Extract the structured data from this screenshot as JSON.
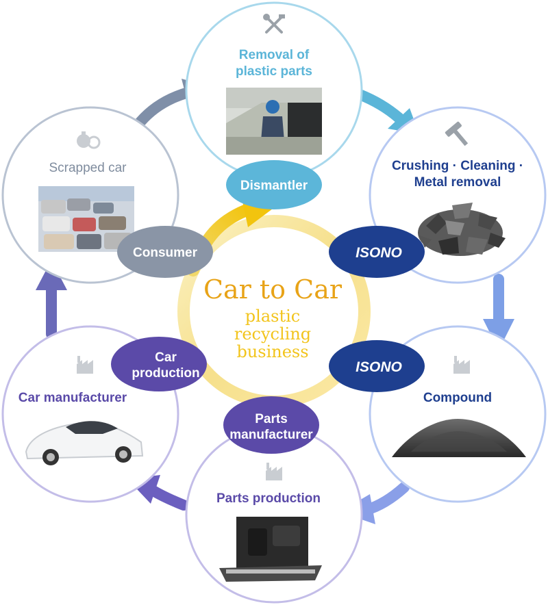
{
  "center": {
    "title": "Car to Car",
    "subtitle_lines": [
      "plastic",
      "recycling",
      "business"
    ]
  },
  "nodes": {
    "dismantling": {
      "title_lines": [
        "Removal of",
        "plastic parts"
      ],
      "icon": "tools-icon",
      "actor": "Dismantler"
    },
    "crushing": {
      "title_lines": [
        "Crushing · Cleaning ·",
        "Metal removal"
      ],
      "icon": "hammer-icon",
      "actor": "ISONO"
    },
    "compound": {
      "title": "Compound",
      "icon": "factory-icon",
      "actor": "ISONO"
    },
    "parts": {
      "title": "Parts production",
      "icon": "factory-icon",
      "actor_lines": [
        "Parts",
        "manufacturer"
      ]
    },
    "car_maker": {
      "title": "Car manufacturer",
      "icon": "factory-icon",
      "actor_lines": [
        "Car",
        "production"
      ]
    },
    "scrapped": {
      "title": "Scrapped car",
      "icon": "money-bag-icon",
      "actor": "Consumer"
    }
  },
  "colors": {
    "light_blue": "#5bb5d8",
    "blue": "#7d9fe6",
    "navy": "#1f3f8f",
    "purple": "#6656b0",
    "gray": "#7f8c9e",
    "gold": "#e8a317",
    "yellow": "#f2cc1c"
  }
}
